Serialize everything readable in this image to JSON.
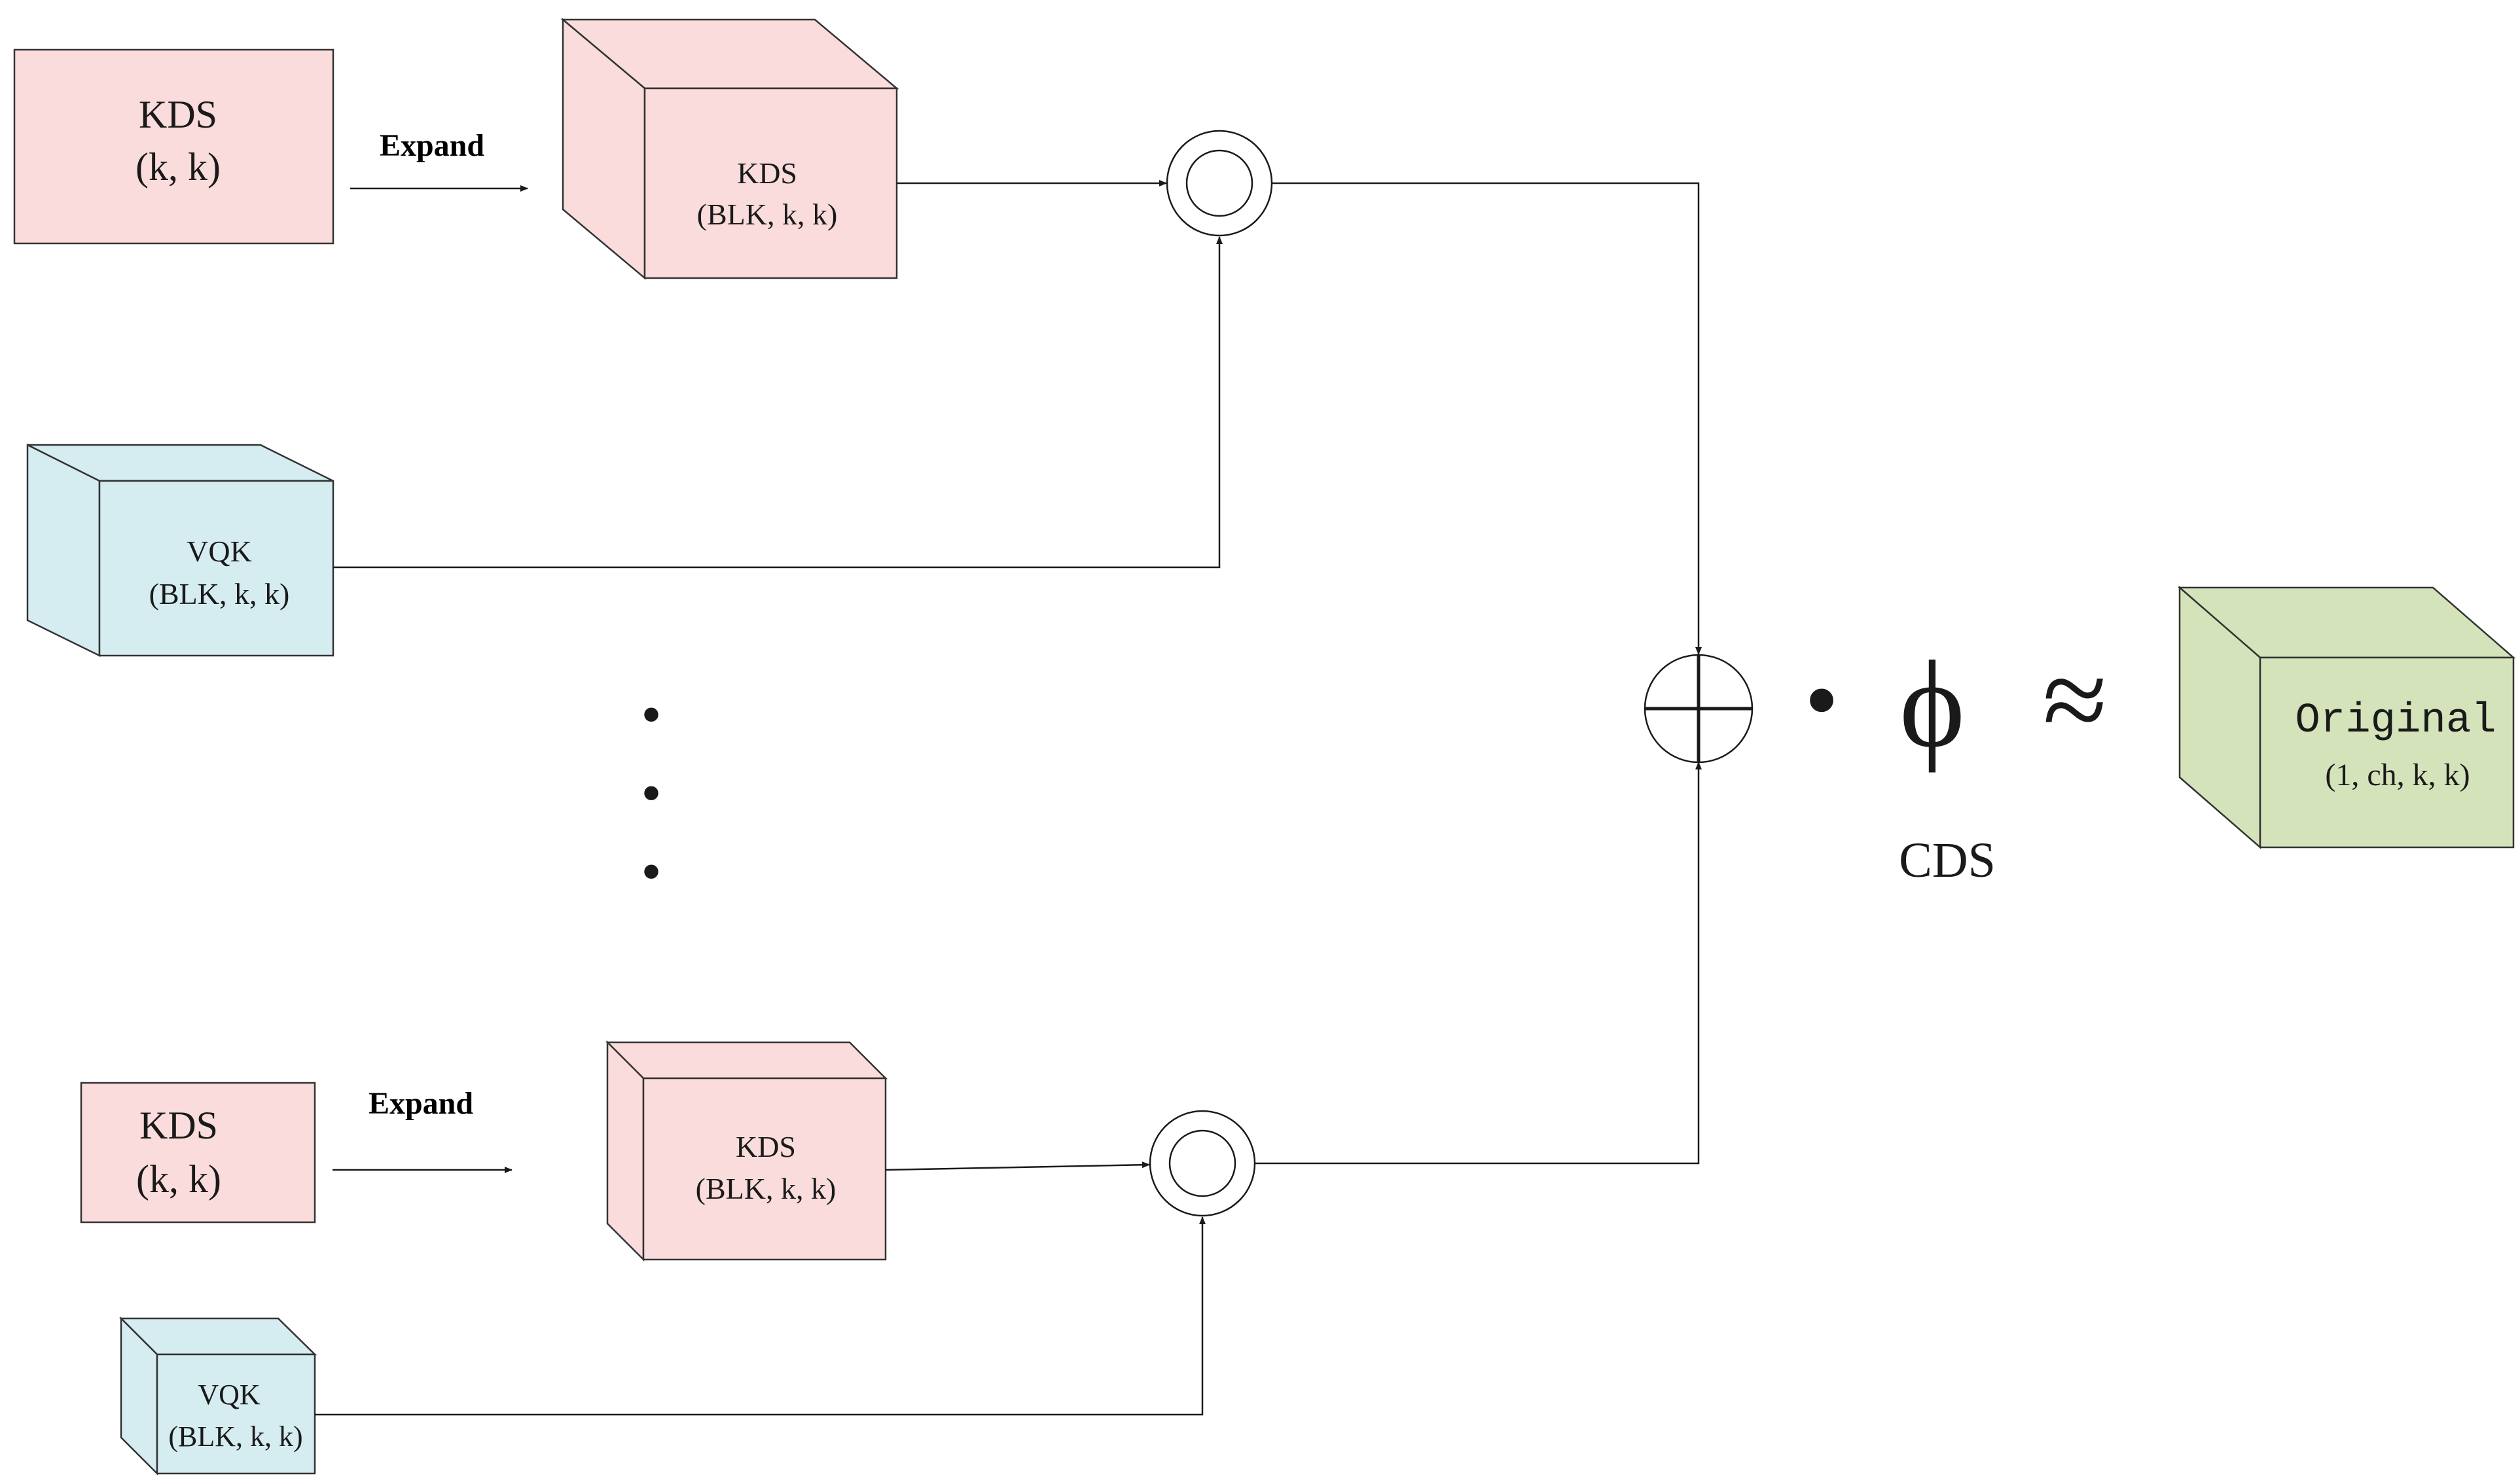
{
  "colors": {
    "kds": "#f9dcdb",
    "vqk": "#d5ecf1",
    "original": "#d5e3bb",
    "line": "#1a1a1a"
  },
  "top": {
    "kds_rect": {
      "name": "KDS",
      "shape": "(k, k)"
    },
    "expand_label": "Expand",
    "kds_cube": {
      "name": "KDS",
      "shape": "(BLK, k, k)"
    },
    "vqk_cube": {
      "name": "VQK",
      "shape": "(BLK, k, k)"
    }
  },
  "ellipsis": [
    "•",
    "•",
    "•"
  ],
  "bottom": {
    "kds_rect": {
      "name": "KDS",
      "shape": "(k, k)"
    },
    "expand_label": "Expand",
    "kds_cube": {
      "name": "KDS",
      "shape": "(BLK, k, k)"
    },
    "vqk_cube": {
      "name": "VQK",
      "shape": "(BLK, k, k)"
    }
  },
  "operators": {
    "hadamard": "odot-icon",
    "sum": "oplus-icon",
    "dot": "•",
    "phi": "ϕ",
    "approx": "≈"
  },
  "cds_label": "CDS",
  "original": {
    "name": "Original",
    "shape": "(1, ch, k, k)"
  }
}
